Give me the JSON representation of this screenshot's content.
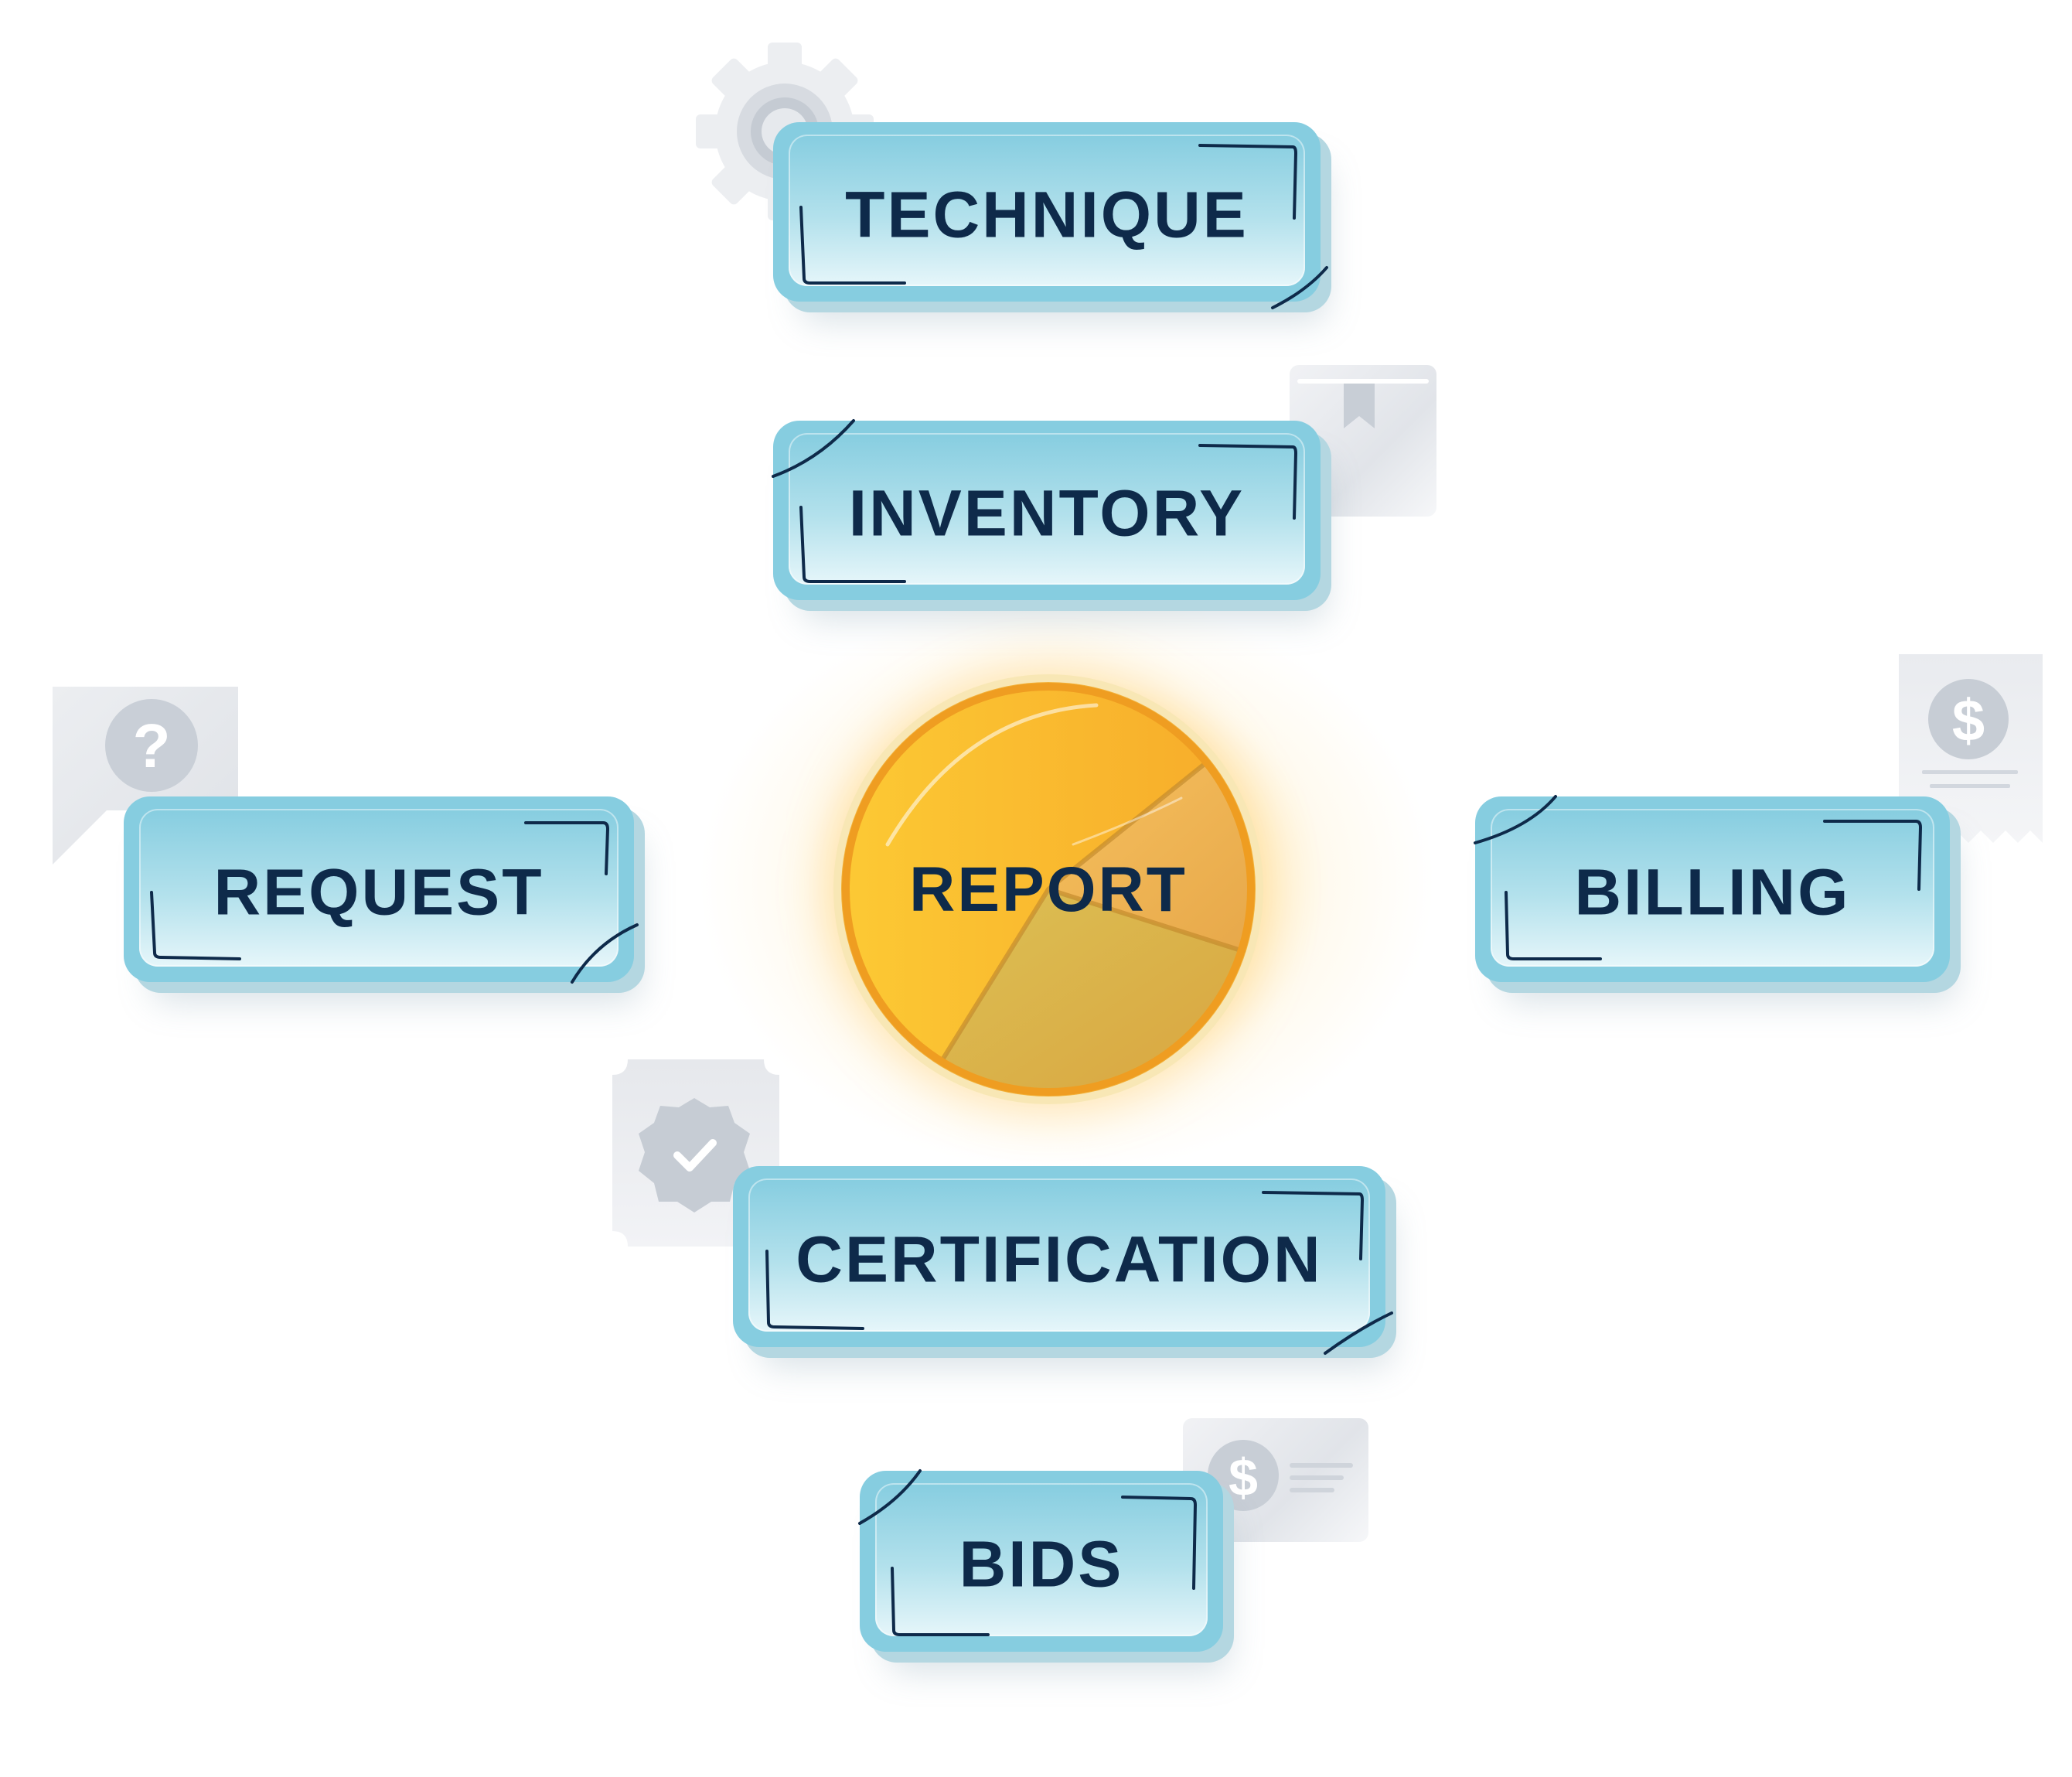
{
  "diagram": {
    "center": {
      "label": "REPORT"
    },
    "nodes": [
      {
        "id": "technique",
        "label": "TECHNIQUE",
        "icon": "gear-icon"
      },
      {
        "id": "inventory",
        "label": "INVENTORY",
        "icon": "bookmark-icon"
      },
      {
        "id": "request",
        "label": "REQUEST",
        "icon": "question-icon"
      },
      {
        "id": "billing",
        "label": "BILLING",
        "icon": "dollar-receipt-icon"
      },
      {
        "id": "certification",
        "label": "CERTIFICATION",
        "icon": "badge-check-icon"
      },
      {
        "id": "bids",
        "label": "BIDS",
        "icon": "dollar-document-icon"
      }
    ]
  },
  "colors": {
    "card_fill": "#86cde0",
    "card_highlight": "#e6f6fa",
    "text": "#0e2a4a",
    "center_fill": "#f2b23a",
    "center_glow": "#ffc428",
    "icon_tile": "#e1e4e9",
    "icon_glyph": "#c7ced6"
  }
}
